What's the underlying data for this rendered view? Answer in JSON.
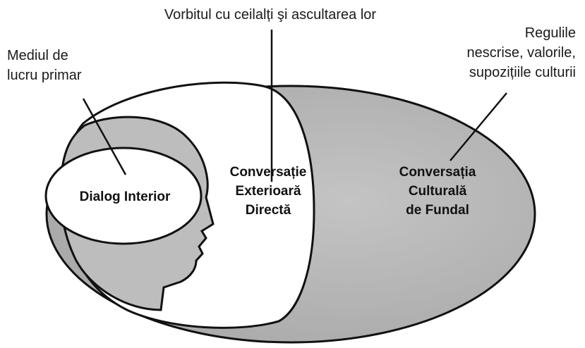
{
  "callouts": {
    "top": "Vorbitul cu ceilalți şi ascultarea lor",
    "left_line1": "Mediul de",
    "left_line2": "lucru primar",
    "right_line1": "Regulile",
    "right_line2": "nescrise, valorile,",
    "right_line3": "supozițiile culturii"
  },
  "regions": {
    "inner_label": "Dialog Interior",
    "middle_line1": "Conversație",
    "middle_line2": "Exterioară",
    "middle_line3": "Directă",
    "outer_line1": "Conversația",
    "outer_line2": "Culturală",
    "outer_line3": "de Fundal"
  },
  "colors": {
    "outer_fill": "#b9b9b9",
    "head_fill": "#bdbdbd",
    "middle_fill": "#ffffff",
    "inner_fill": "#ffffff",
    "stroke": "#111111"
  }
}
